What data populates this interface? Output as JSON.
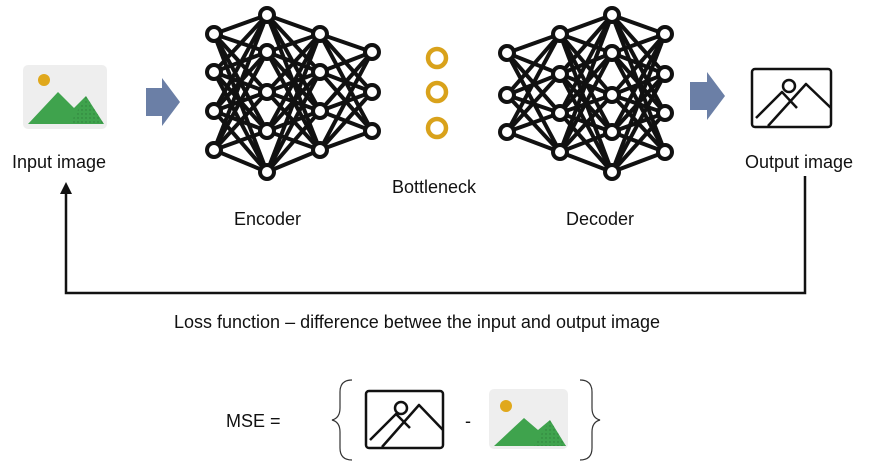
{
  "labels": {
    "input": "Input image",
    "encoder": "Encoder",
    "bottleneck": "Bottleneck",
    "decoder": "Decoder",
    "output": "Output image",
    "loss": "Loss function – difference betwee the input and output image",
    "mse": "MSE =",
    "minus": "-"
  },
  "colors": {
    "arrow": "#6b7fa6",
    "bottleneck": "#d9a21b",
    "photo_green": "#3fa34d",
    "photo_sun": "#e0a81c",
    "photo_bg": "#eeeeee",
    "stroke": "#111111"
  },
  "icons": {
    "input_image": "photo-color-icon",
    "output_image": "photo-outline-icon",
    "encoder": "neural-network-icon",
    "decoder": "neural-network-icon",
    "bottleneck": "bottleneck-nodes-icon"
  }
}
